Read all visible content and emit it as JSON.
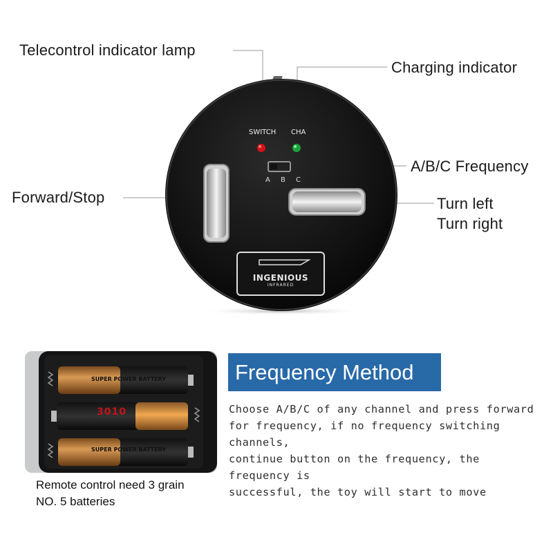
{
  "callouts": {
    "telecontrol": "Telecontrol indicator lamp",
    "charging": "Charging indicator",
    "frequency": "A/B/C Frequency",
    "forward": "Forward/Stop",
    "turn_left": "Turn left",
    "turn_right": "Turn right"
  },
  "device": {
    "switch_label": "SWITCH",
    "cha_label": "CHA",
    "abc_label": "A B C",
    "brand": "INGENIOUS",
    "brand_sub": "INFRARED"
  },
  "batteries": {
    "caption_line1": "Remote control need 3 grain",
    "caption_line2": "NO. 5 batteries",
    "label_top": "SUPER POWER BATTERY",
    "label_mid": "3010",
    "label_bottom": "SUPER POWER BATTERY"
  },
  "frequency_method": {
    "title": "Frequency Method",
    "lines": [
      "Choose A/B/C of any channel and press forward",
      "for frequency, if no frequency switching channels,",
      "continue button on the frequency, the frequency is",
      "successful, the toy will start to move"
    ]
  },
  "colors": {
    "title_bg": "#2869a8",
    "led_red": "#d8121a",
    "led_green": "#1aa33a",
    "device_body": "#111111"
  }
}
